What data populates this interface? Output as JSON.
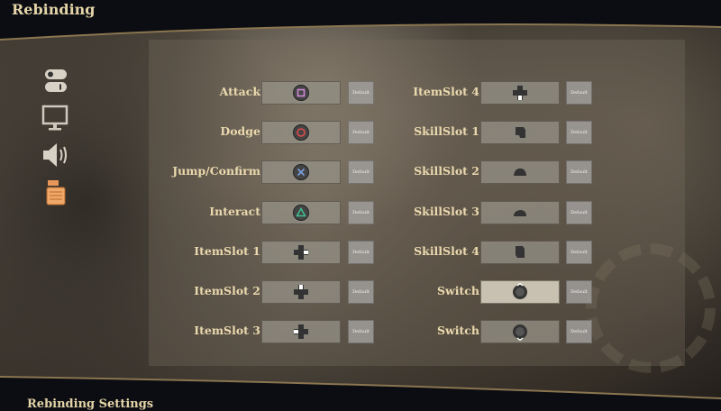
{
  "header": {
    "title": "Rebinding"
  },
  "footer": {
    "subtitle": "Rebinding Settings"
  },
  "sidebar": [
    {
      "icon": "toggle-icon"
    },
    {
      "icon": "monitor-icon"
    },
    {
      "icon": "speaker-icon"
    },
    {
      "icon": "keybinding-icon",
      "active": true
    }
  ],
  "default_label": "Default",
  "left": [
    {
      "label": "Attack",
      "icon": "square"
    },
    {
      "label": "Dodge",
      "icon": "circle"
    },
    {
      "label": "Jump/Confirm",
      "icon": "cross"
    },
    {
      "label": "Interact",
      "icon": "triangle"
    },
    {
      "label": "ItemSlot 1",
      "icon": "dpad-right"
    },
    {
      "label": "ItemSlot 2",
      "icon": "dpad-up"
    },
    {
      "label": "ItemSlot 3",
      "icon": "dpad-left"
    }
  ],
  "right": [
    {
      "label": "ItemSlot 4",
      "icon": "dpad-down"
    },
    {
      "label": "SkillSlot 1",
      "icon": "r1"
    },
    {
      "label": "SkillSlot 2",
      "icon": "r2"
    },
    {
      "label": "SkillSlot 3",
      "icon": "l2"
    },
    {
      "label": "SkillSlot 4",
      "icon": "l1"
    },
    {
      "label": "Switch",
      "icon": "stick-up",
      "active": true
    },
    {
      "label": "Switch",
      "icon": "stick-down"
    }
  ]
}
